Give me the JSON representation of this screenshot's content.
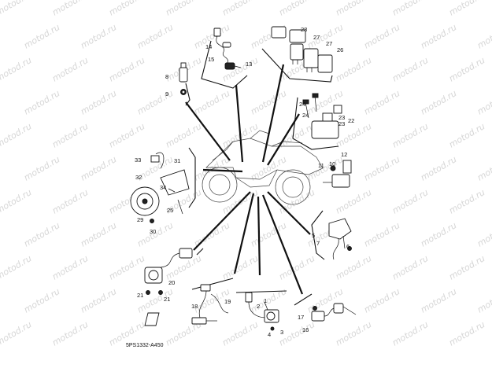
{
  "watermark": "motod.ru",
  "diagram_code": "5PS1332-A450",
  "callouts": [
    "1",
    "2",
    "3",
    "4",
    "5",
    "6",
    "7",
    "8",
    "9",
    "10",
    "11",
    "12",
    "13",
    "14",
    "15",
    "16",
    "17",
    "18",
    "19",
    "20",
    "21",
    "22",
    "23",
    "24",
    "25",
    "26",
    "27",
    "28",
    "29",
    "30",
    "31",
    "32",
    "33",
    "34"
  ]
}
